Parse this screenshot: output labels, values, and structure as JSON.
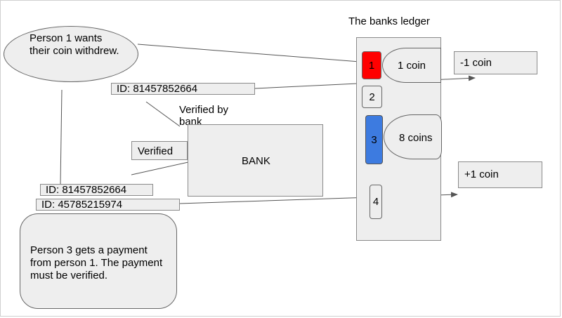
{
  "diagram": {
    "ledger_title": "The banks ledger",
    "person1_bubble": "Person 1 wants their coin withdrew.",
    "person3_bubble": "Person 3 gets a payment from person 1. The payment must be verified.",
    "bank_label": "BANK",
    "verified_by_bank": "Verified by bank",
    "verified_box": "Verified",
    "id_top": "ID: 81457852664",
    "id_mid": "ID: 81457852664",
    "id_bottom": "ID: 45785215974",
    "ledger_slots": [
      {
        "label": "1",
        "color": "#ff0000"
      },
      {
        "label": "2",
        "color": "#eeeeee"
      },
      {
        "label": "3",
        "color": "#3d7be0"
      },
      {
        "label": "4",
        "color": "#eeeeee"
      }
    ],
    "slot1_balance": "1 coin",
    "slot3_balance": "8 coins",
    "minus_box": "-1 coin",
    "plus_box": "+1 coin"
  }
}
